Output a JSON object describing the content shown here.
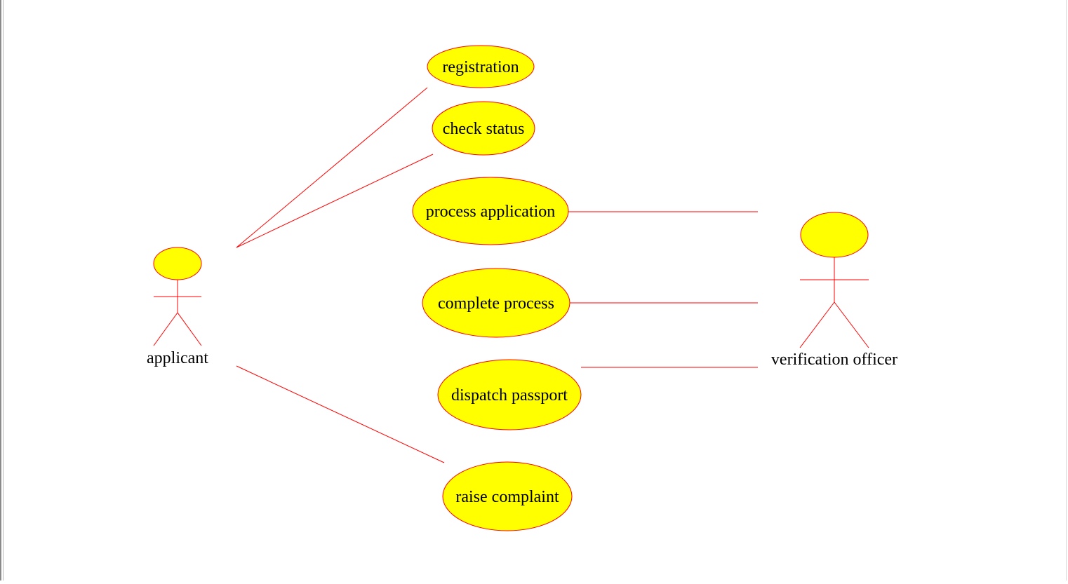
{
  "colors": {
    "shape_fill": "#ffff00",
    "shape_stroke": "#ff0000",
    "line": "#ff0000",
    "text": "#000000",
    "background": "#ffffff"
  },
  "actors": {
    "applicant": {
      "label": "applicant"
    },
    "officer": {
      "label": "verification officer"
    }
  },
  "use_cases": {
    "registration": "registration",
    "check_status": "check status",
    "process_application": "process application",
    "complete_process": "complete process",
    "dispatch_passport": "dispatch passport",
    "raise_complaint": "raise complaint"
  }
}
